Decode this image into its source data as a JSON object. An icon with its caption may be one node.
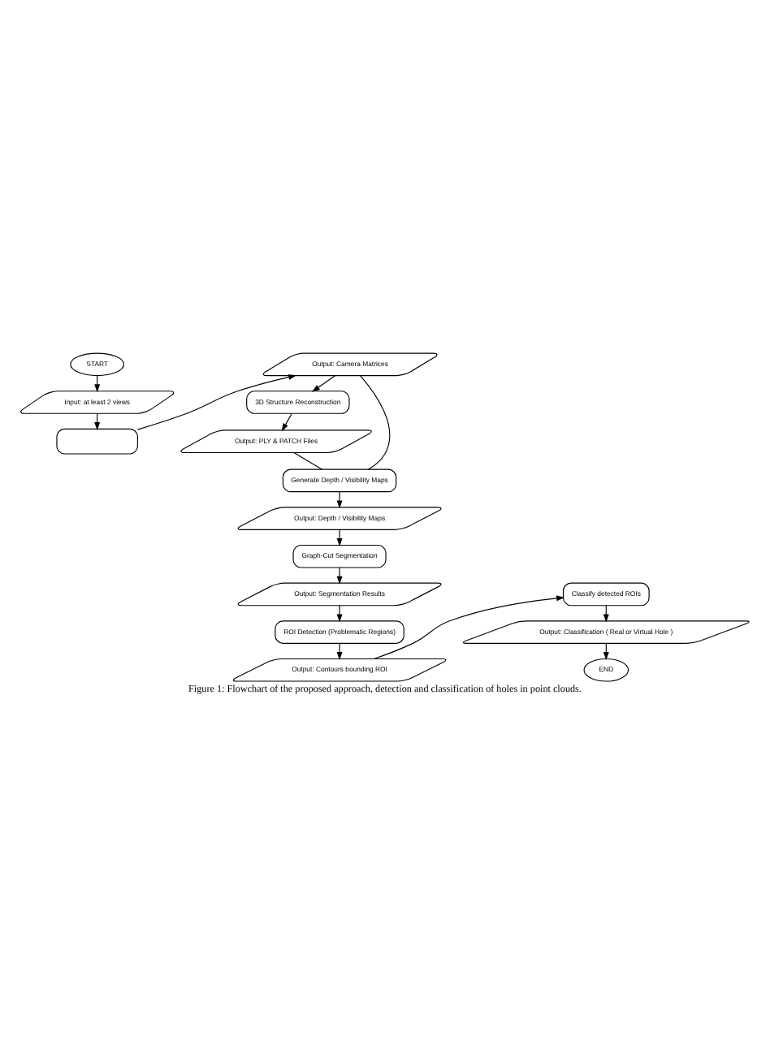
{
  "diagram": {
    "caption": "Figure 1: Flowchart of the proposed approach, detection and classification of holes in point clouds.",
    "nodes": [
      {
        "text": [
          "START"
        ]
      },
      {
        "text": [
          "Input: at least 2 views"
        ]
      },
      {
        "text": [],
        "shape": "box"
      },
      {
        "text": [
          "Output: Camera Matrices"
        ]
      },
      {
        "text": [
          "3D Structure Reconstruction"
        ]
      },
      {
        "text": [
          "Output: PLY & PATCH Files"
        ]
      },
      {
        "text": [
          "Generate Depth / Visibility Maps"
        ]
      },
      {
        "text": [
          "Output: Depth / Visibility Maps"
        ]
      },
      {
        "text": [
          "Graph-Cut Segmentation"
        ]
      },
      {
        "text": [
          "Output: Segmentation Results"
        ]
      },
      {
        "text": [
          "ROI Detection (Problematic Regions)"
        ]
      },
      {
        "text": [
          "Output: Contours bounding ROI"
        ]
      },
      {
        "text": [
          "Classify detected ROIs"
        ]
      },
      {
        "text": [
          "Output: Classification ( Real or Virtual Hole )"
        ]
      },
      {
        "text": [
          "END"
        ]
      }
    ],
    "edges": [
      {
        "from": 0,
        "to": 1,
        "arrow": "to"
      },
      {
        "from": 1,
        "to": 2,
        "arrow": "to"
      },
      {
        "from": 2,
        "to": 3,
        "arrow": "to"
      },
      {
        "from": 3,
        "to": 4,
        "arrow": "to"
      },
      {
        "from": 4,
        "to": 5,
        "arrow": "to"
      },
      {
        "from": 3,
        "to": 6,
        "arrow": "none"
      },
      {
        "from": 5,
        "to": 6,
        "arrow": "none"
      },
      {
        "from": 6,
        "to": 7,
        "arrow": "to"
      },
      {
        "from": 7,
        "to": 8,
        "arrow": "to"
      },
      {
        "from": 8,
        "to": 9,
        "arrow": "to"
      },
      {
        "from": 9,
        "to": 10,
        "arrow": "to"
      },
      {
        "from": 10,
        "to": 11,
        "arrow": "to"
      },
      {
        "from": 11,
        "to": 12,
        "arrow": "to"
      },
      {
        "from": 12,
        "to": 13,
        "arrow": "to"
      },
      {
        "from": 13,
        "to": 14,
        "arrow": "to"
      }
    ]
  }
}
